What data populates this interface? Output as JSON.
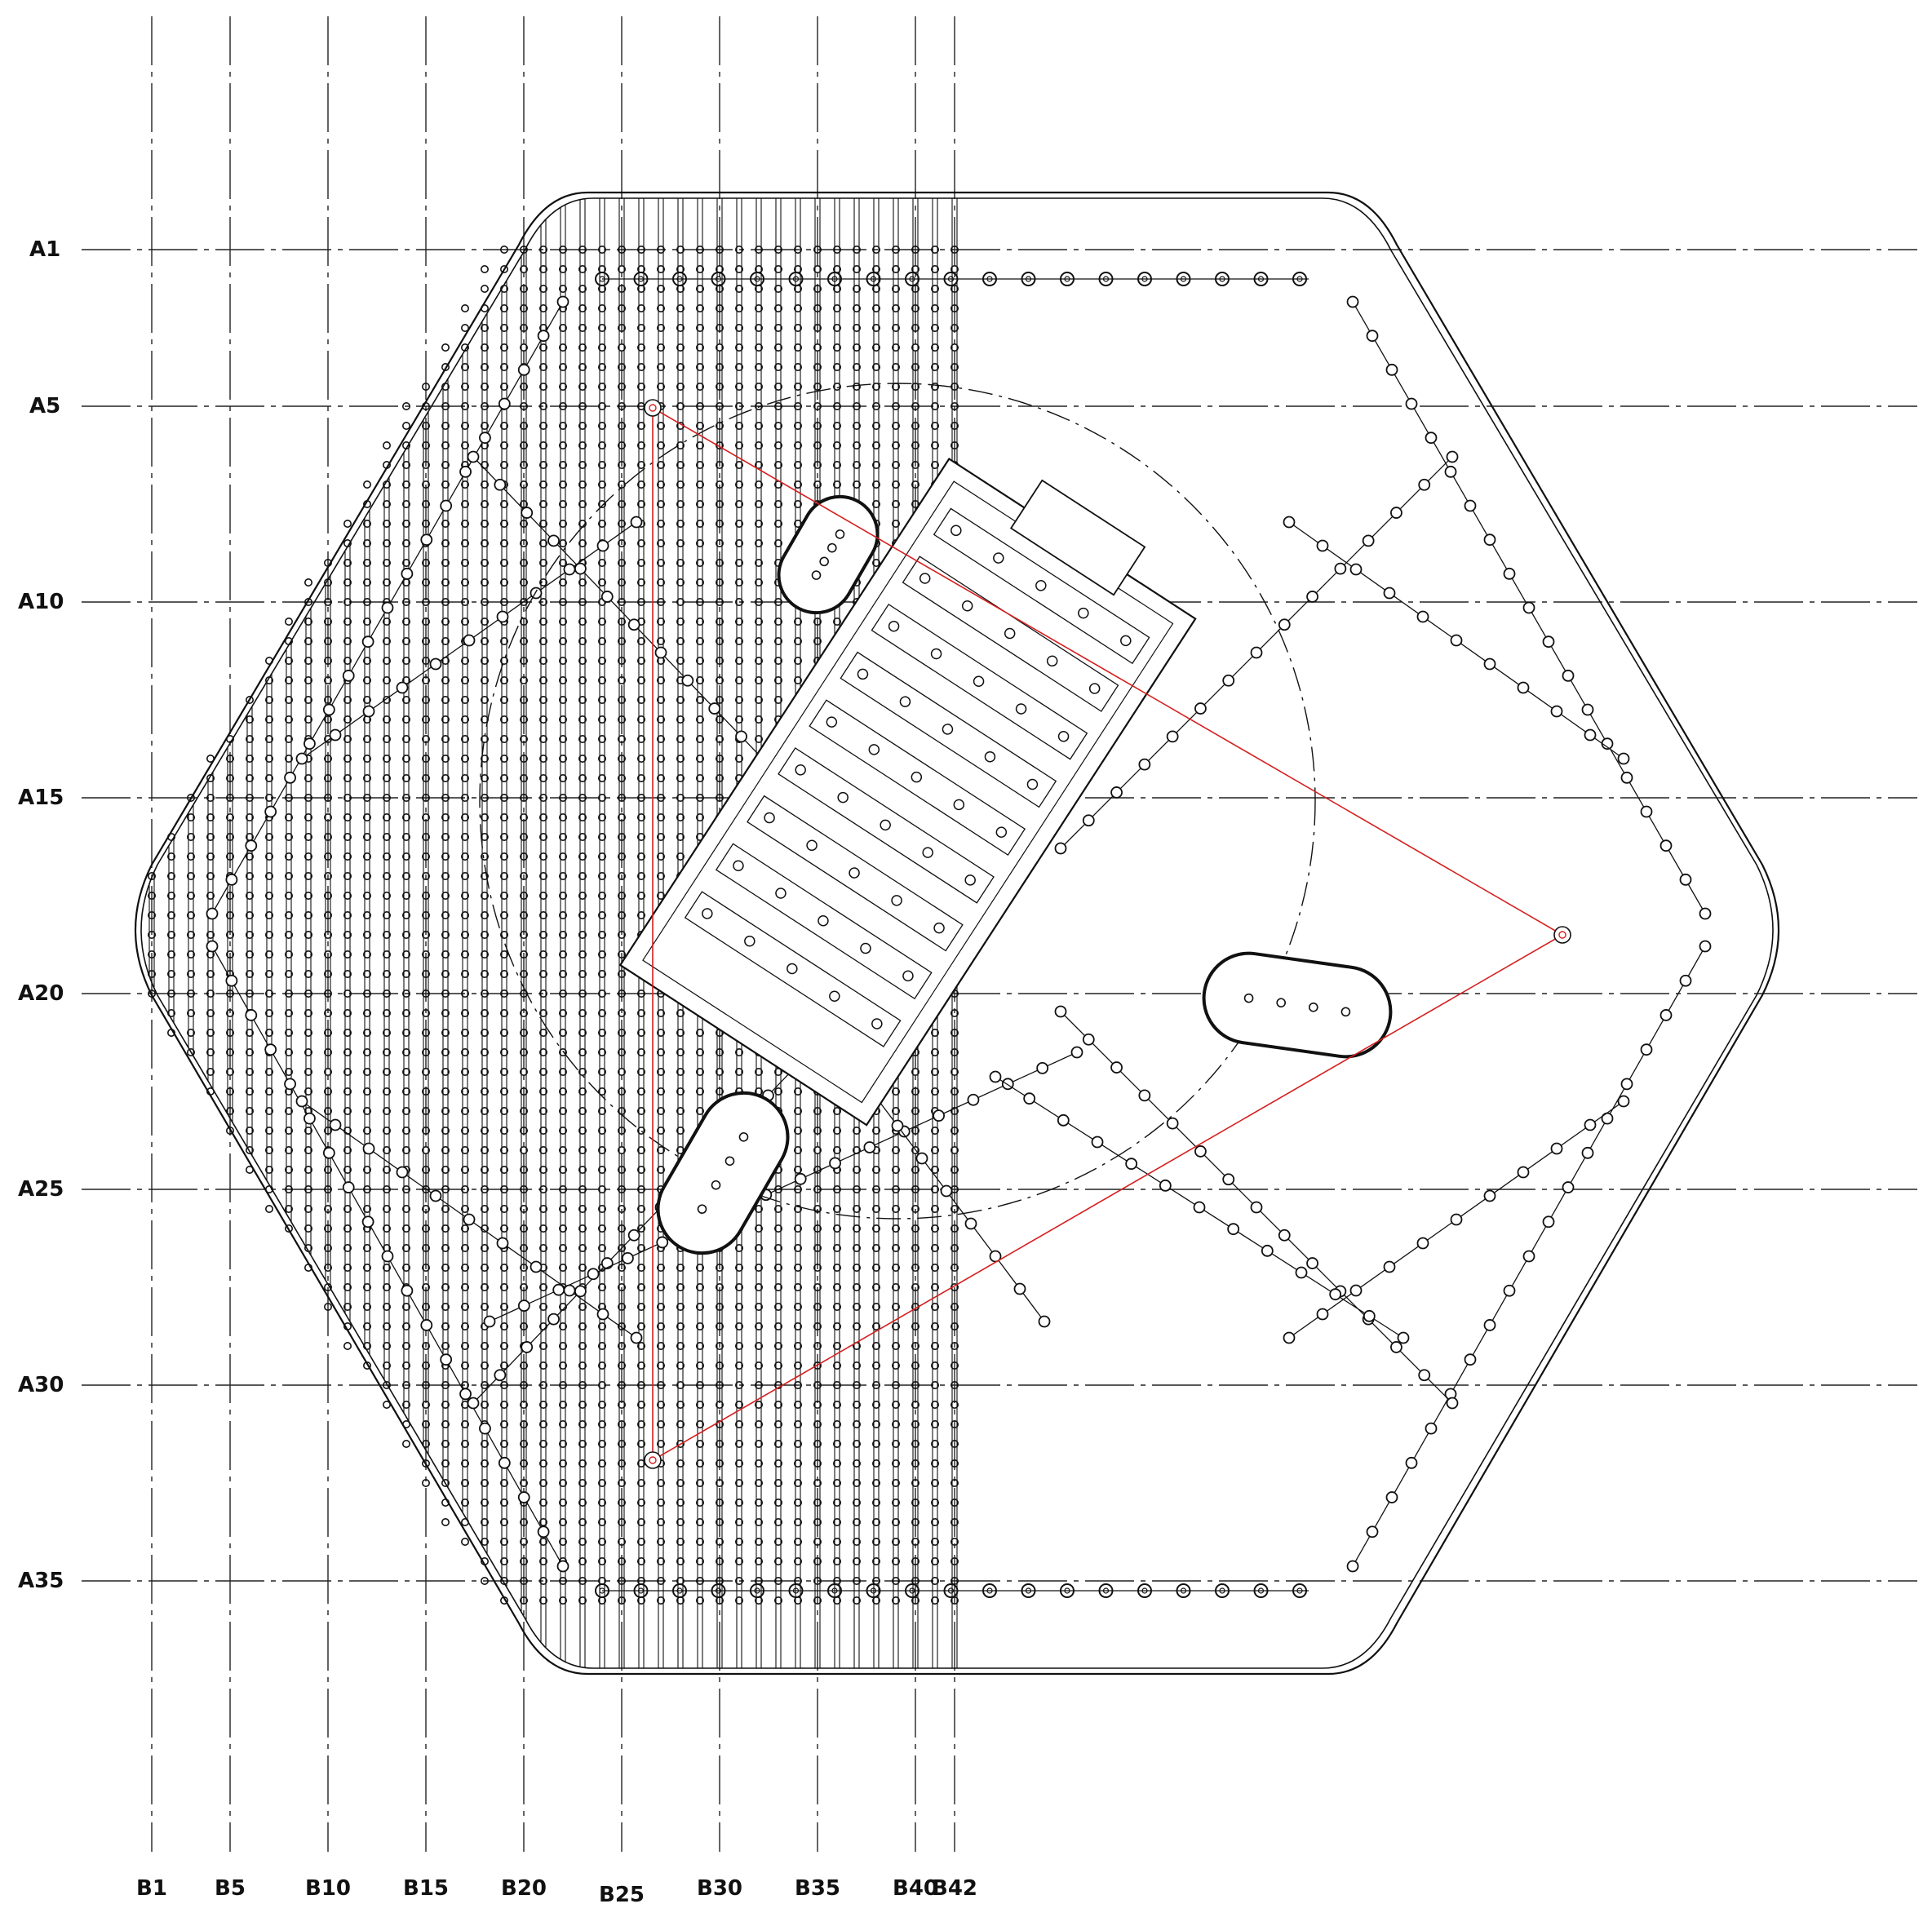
{
  "rows": [
    "A1",
    "A5",
    "A10",
    "A15",
    "A20",
    "A25",
    "A30",
    "A35"
  ],
  "columns": [
    "B1",
    "B5",
    "B10",
    "B15",
    "B20",
    "B25",
    "B30",
    "B35",
    "B40",
    "B42"
  ],
  "colors": {
    "line": "#111111",
    "grid": "#222222",
    "path": "#d61f1f"
  },
  "icons": {
    "hole": "circle-glyph"
  }
}
